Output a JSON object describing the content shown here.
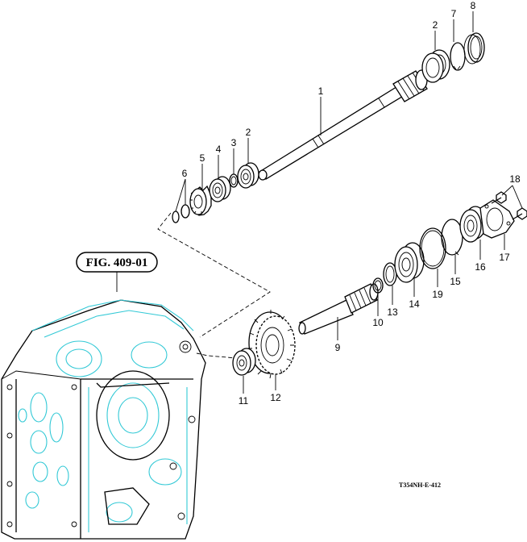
{
  "figure_reference": "FIG. 409-01",
  "drawing_code": "T354NH-E-412",
  "callouts": [
    {
      "id": "c1",
      "text": "1"
    },
    {
      "id": "c2a",
      "text": "2"
    },
    {
      "id": "c2b",
      "text": "2"
    },
    {
      "id": "c3",
      "text": "3"
    },
    {
      "id": "c4",
      "text": "4"
    },
    {
      "id": "c5",
      "text": "5"
    },
    {
      "id": "c6",
      "text": "6"
    },
    {
      "id": "c7",
      "text": "7"
    },
    {
      "id": "c8",
      "text": "8"
    },
    {
      "id": "c9",
      "text": "9"
    },
    {
      "id": "c10",
      "text": "10"
    },
    {
      "id": "c11",
      "text": "11"
    },
    {
      "id": "c12",
      "text": "12"
    },
    {
      "id": "c13",
      "text": "13"
    },
    {
      "id": "c14",
      "text": "14"
    },
    {
      "id": "c15",
      "text": "15"
    },
    {
      "id": "c16",
      "text": "16"
    },
    {
      "id": "c17",
      "text": "17"
    },
    {
      "id": "c18",
      "text": "18"
    },
    {
      "id": "c19",
      "text": "19"
    }
  ],
  "colors": {
    "line": "#000000",
    "housing": "#33c9d6",
    "background": "#ffffff"
  }
}
